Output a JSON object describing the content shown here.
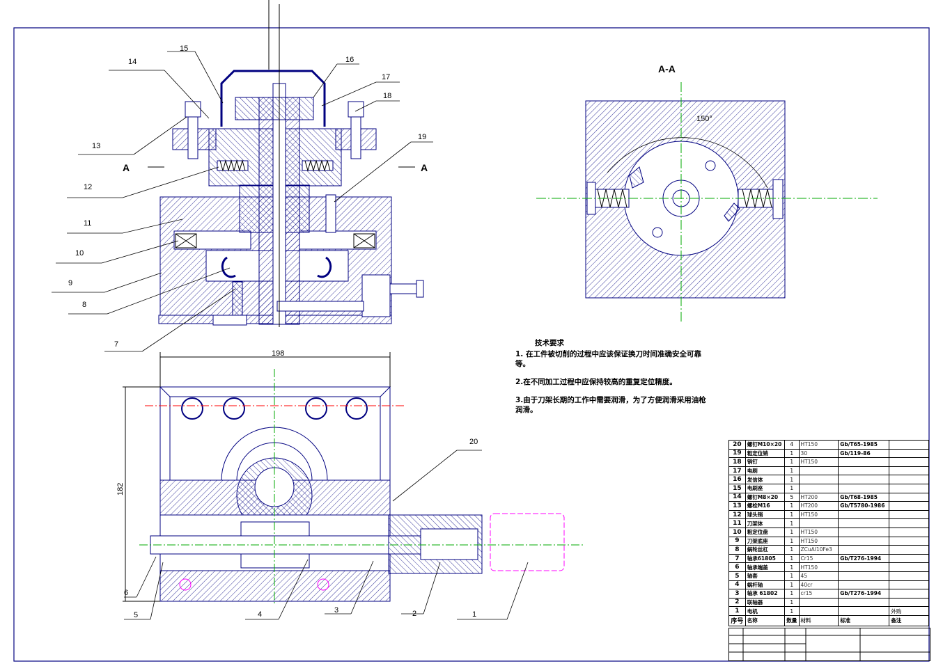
{
  "section_label": "A-A",
  "cut_marks": {
    "left": "A",
    "right": "A"
  },
  "part_callouts": [
    "1",
    "2",
    "3",
    "4",
    "5",
    "6",
    "7",
    "8",
    "9",
    "10",
    "11",
    "12",
    "13",
    "14",
    "15",
    "16",
    "17",
    "18",
    "19",
    "20"
  ],
  "dimensions": {
    "width_top": "198",
    "height_left": "182",
    "spring_arc": "150°"
  },
  "tech_requirements": {
    "heading": "技术要求",
    "items": [
      "1. 在工件被切削的过程中应该保证换刀时间准确安全可靠等。",
      "2.在不同加工过程中应保持较高的重复定位精度。",
      "3.由于刀架长期的工作中需要润滑，为了方便润滑采用油枪润滑。"
    ]
  },
  "bom": {
    "rows": [
      {
        "no": "20",
        "name": "螺钉M10×20",
        "qty": "4",
        "material": "HT150",
        "standard": "Gb/T65-1985",
        "remark": ""
      },
      {
        "no": "19",
        "name": "粗定位销",
        "qty": "1",
        "material": "30",
        "standard": "Gb/119-86",
        "remark": ""
      },
      {
        "no": "18",
        "name": "销钉",
        "qty": "1",
        "material": "HT150",
        "standard": "",
        "remark": ""
      },
      {
        "no": "17",
        "name": "电刷",
        "qty": "1",
        "material": "",
        "standard": "",
        "remark": ""
      },
      {
        "no": "16",
        "name": "发信体",
        "qty": "1",
        "material": "",
        "standard": "",
        "remark": ""
      },
      {
        "no": "15",
        "name": "电刷座",
        "qty": "1",
        "material": "",
        "standard": "",
        "remark": ""
      },
      {
        "no": "14",
        "name": "螺钉M8×20",
        "qty": "5",
        "material": "HT200",
        "standard": "Gb/T68-1985",
        "remark": ""
      },
      {
        "no": "13",
        "name": "螺栓M16",
        "qty": "1",
        "material": "HT200",
        "standard": "Gb/T5780-1986",
        "remark": ""
      },
      {
        "no": "12",
        "name": "球头销",
        "qty": "1",
        "material": "HT150",
        "standard": "",
        "remark": ""
      },
      {
        "no": "11",
        "name": "刀架体",
        "qty": "1",
        "material": "",
        "standard": "",
        "remark": ""
      },
      {
        "no": "10",
        "name": "粗定位盘",
        "qty": "1",
        "material": "HT150",
        "standard": "",
        "remark": ""
      },
      {
        "no": "9",
        "name": "刀架底座",
        "qty": "1",
        "material": "HT150",
        "standard": "",
        "remark": ""
      },
      {
        "no": "8",
        "name": "蜗轮丝杠",
        "qty": "1",
        "material": "ZCuAl10Fe3",
        "standard": "",
        "remark": ""
      },
      {
        "no": "7",
        "name": "轴承61805",
        "qty": "1",
        "material": "Cr15",
        "standard": "Gb/T276-1994",
        "remark": ""
      },
      {
        "no": "6",
        "name": "轴承端盖",
        "qty": "1",
        "material": "HT150",
        "standard": "",
        "remark": ""
      },
      {
        "no": "5",
        "name": "轴套",
        "qty": "1",
        "material": "45",
        "standard": "",
        "remark": ""
      },
      {
        "no": "4",
        "name": "蜗杆轴",
        "qty": "1",
        "material": "40cr",
        "standard": "",
        "remark": ""
      },
      {
        "no": "3",
        "name": "轴承 61802",
        "qty": "1",
        "material": "cr15",
        "standard": "Gb/T276-1994",
        "remark": ""
      },
      {
        "no": "2",
        "name": "联轴器",
        "qty": "1",
        "material": "",
        "standard": "",
        "remark": ""
      },
      {
        "no": "1",
        "name": "电机",
        "qty": "1",
        "material": "",
        "standard": "",
        "remark": "外购"
      }
    ],
    "header": {
      "no": "序号",
      "name": "名称",
      "qty": "数量",
      "material": "材料",
      "standard": "标准",
      "remark": "备注"
    }
  }
}
